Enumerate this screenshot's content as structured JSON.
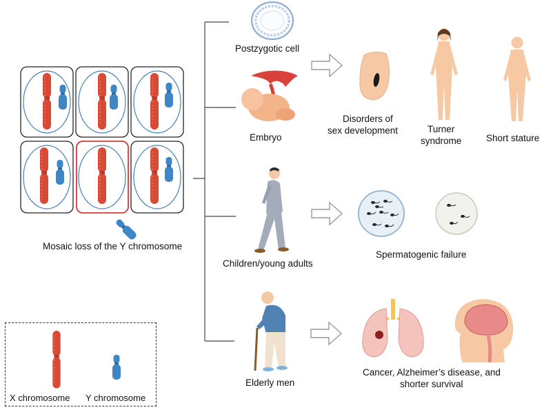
{
  "mosaic_label": "Mosaic loss of the Y chromosome",
  "legend": {
    "x_label": "X chromosome",
    "y_label": "Y chromosome"
  },
  "stages": {
    "postzygotic": "Postzygotic cell",
    "embryo": "Embryo",
    "children": "Children/young adults",
    "elderly": "Elderly men"
  },
  "outcomes": {
    "dsd_line1": "Disorders of",
    "dsd_line2": "sex development",
    "turner_line1": "Turner",
    "turner_line2": "syndrome",
    "short_stature": "Short stature",
    "spermatogenic": "Spermatogenic failure",
    "cancer_line1": "Cancer, Alzheimer’s disease, and",
    "cancer_line2": "shorter survival"
  },
  "colors": {
    "x_chromosome": "#d94a36",
    "y_chromosome": "#3f86c6",
    "cell_outline": "#4a7fb0",
    "lost_cell_outline": "#d23a3a",
    "skin": "#f6c9a4",
    "arrow": "#9a9a9a"
  },
  "icons": [
    "cell-icon",
    "embryo-icon",
    "walking-man-icon",
    "elderly-man-icon",
    "genital-icon",
    "female-body-icon",
    "short-body-icon",
    "sperm-dish-icon",
    "lungs-icon",
    "brain-icon"
  ]
}
